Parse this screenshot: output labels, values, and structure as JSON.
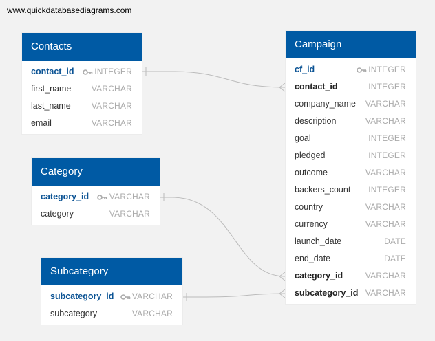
{
  "watermark": "www.quickdatabasediagrams.com",
  "colors": {
    "header": "#005aa4",
    "pk_text": "#0b5394",
    "type_text": "#aaaaaa",
    "connector": "#bbbbbb"
  },
  "contacts": {
    "title": "Contacts",
    "columns": [
      {
        "name": "contact_id",
        "type": "INTEGER"
      },
      {
        "name": "first_name",
        "type": "VARCHAR"
      },
      {
        "name": "last_name",
        "type": "VARCHAR"
      },
      {
        "name": "email",
        "type": "VARCHAR"
      }
    ]
  },
  "category": {
    "title": "Category",
    "columns": [
      {
        "name": "category_id",
        "type": "VARCHAR"
      },
      {
        "name": "category",
        "type": "VARCHAR"
      }
    ]
  },
  "subcategory": {
    "title": "Subcategory",
    "columns": [
      {
        "name": "subcategory_id",
        "type": "VARCHAR"
      },
      {
        "name": "subcategory",
        "type": "VARCHAR"
      }
    ]
  },
  "campaign": {
    "title": "Campaign",
    "columns": [
      {
        "name": "cf_id",
        "type": "INTEGER"
      },
      {
        "name": "contact_id",
        "type": "INTEGER"
      },
      {
        "name": "company_name",
        "type": "VARCHAR"
      },
      {
        "name": "description",
        "type": "VARCHAR"
      },
      {
        "name": "goal",
        "type": "INTEGER"
      },
      {
        "name": "pledged",
        "type": "INTEGER"
      },
      {
        "name": "outcome",
        "type": "VARCHAR"
      },
      {
        "name": "backers_count",
        "type": "INTEGER"
      },
      {
        "name": "country",
        "type": "VARCHAR"
      },
      {
        "name": "currency",
        "type": "VARCHAR"
      },
      {
        "name": "launch_date",
        "type": "DATE"
      },
      {
        "name": "end_date",
        "type": "DATE"
      },
      {
        "name": "category_id",
        "type": "VARCHAR"
      },
      {
        "name": "subcategory_id",
        "type": "VARCHAR"
      }
    ]
  }
}
